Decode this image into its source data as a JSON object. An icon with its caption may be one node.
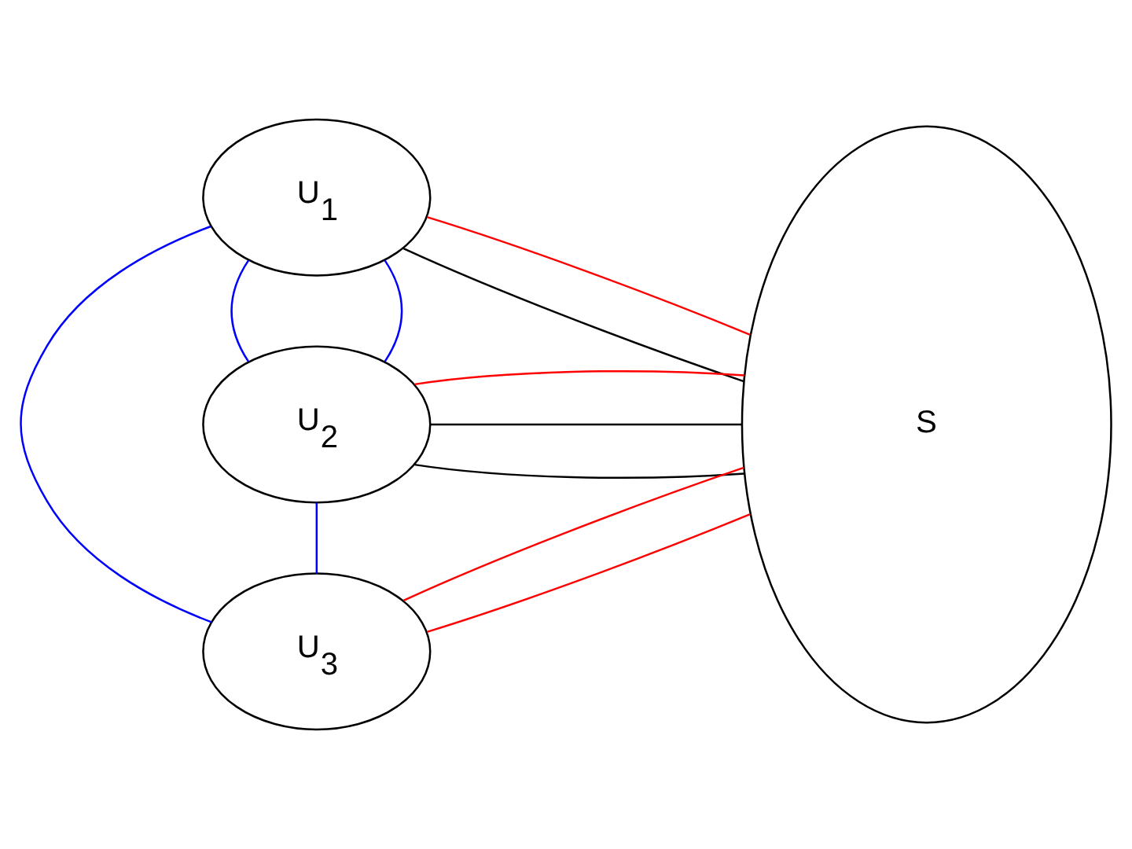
{
  "diagram": {
    "nodes": [
      {
        "text": [
          "U$_{1}$"
        ]
      },
      {
        "text": [
          "U$_{2}$"
        ]
      },
      {
        "text": [
          "U$_{3}$"
        ]
      },
      {
        "text": [
          "S"
        ]
      }
    ],
    "edges": [
      {
        "from": 0,
        "to": 3,
        "arrow": "none",
        "color": "#000000"
      },
      {
        "from": 0,
        "to": 3,
        "arrow": "none",
        "color": "#ff0000"
      },
      {
        "from": 0,
        "to": 1,
        "arrow": "none",
        "color": "#0000ff"
      },
      {
        "from": 0,
        "to": 1,
        "arrow": "none",
        "color": "#0000ff"
      },
      {
        "from": 0,
        "to": 2,
        "arrow": "none",
        "color": "#0000ff"
      },
      {
        "from": 1,
        "to": 3,
        "arrow": "none",
        "color": "#000000"
      },
      {
        "from": 1,
        "to": 3,
        "arrow": "none",
        "color": "#000000"
      },
      {
        "from": 1,
        "to": 3,
        "arrow": "none",
        "color": "#ff0000"
      },
      {
        "from": 1,
        "to": 2,
        "arrow": "none",
        "color": "#0000ff"
      },
      {
        "from": 2,
        "to": 3,
        "arrow": "none",
        "color": "#ff0000"
      },
      {
        "from": 2,
        "to": 3,
        "arrow": "none",
        "color": "#ff0000"
      }
    ]
  }
}
